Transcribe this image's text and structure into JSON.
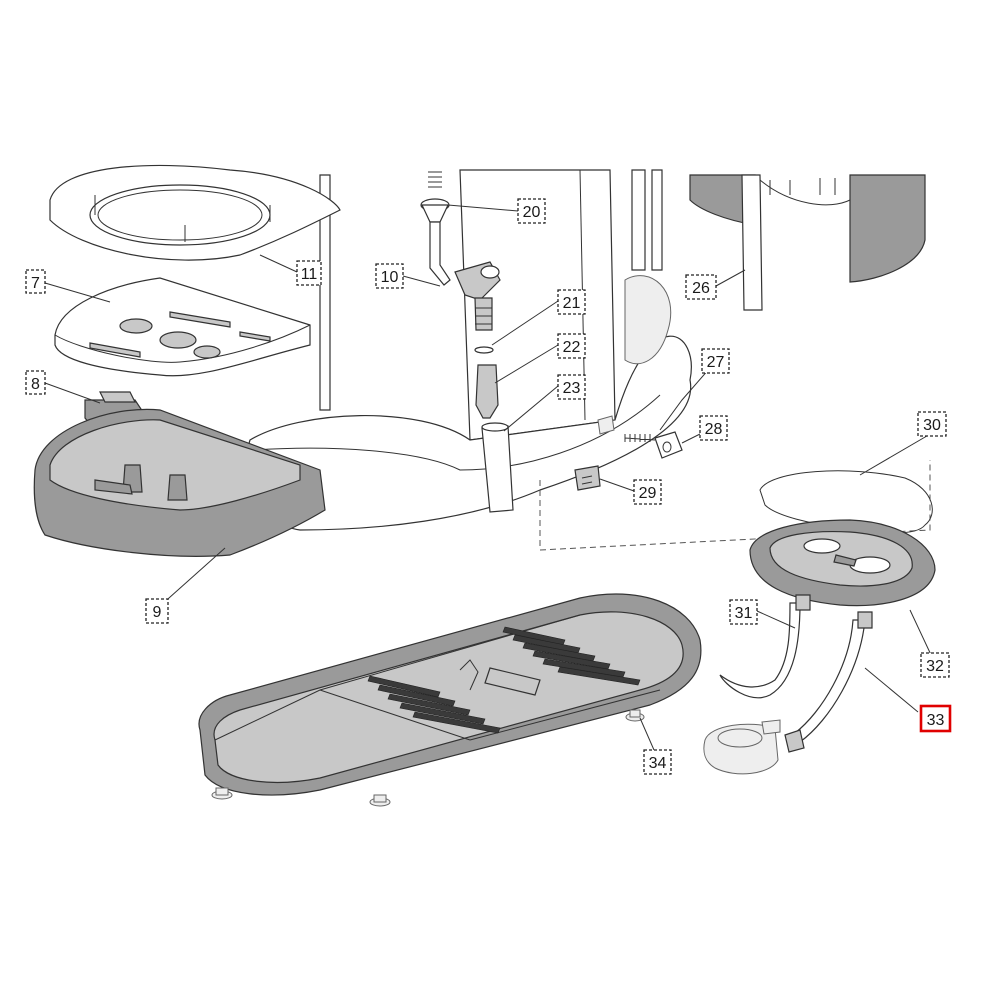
{
  "diagram": {
    "callouts": [
      {
        "id": "c7",
        "label": "7"
      },
      {
        "id": "c8",
        "label": "8"
      },
      {
        "id": "c9",
        "label": "9"
      },
      {
        "id": "c10",
        "label": "10"
      },
      {
        "id": "c11",
        "label": "11"
      },
      {
        "id": "c20",
        "label": "20"
      },
      {
        "id": "c21",
        "label": "21"
      },
      {
        "id": "c22",
        "label": "22"
      },
      {
        "id": "c23",
        "label": "23"
      },
      {
        "id": "c26",
        "label": "26"
      },
      {
        "id": "c27",
        "label": "27"
      },
      {
        "id": "c28",
        "label": "28"
      },
      {
        "id": "c29",
        "label": "29"
      },
      {
        "id": "c30",
        "label": "30"
      },
      {
        "id": "c31",
        "label": "31"
      },
      {
        "id": "c32",
        "label": "32"
      },
      {
        "id": "c33",
        "label": "33"
      },
      {
        "id": "c34",
        "label": "34"
      }
    ],
    "highlighted": "33",
    "colors": {
      "highlight": "#e00000",
      "part_dark": "#9a9a9a",
      "part_mid": "#c8c8c8",
      "outline": "#333333"
    }
  }
}
